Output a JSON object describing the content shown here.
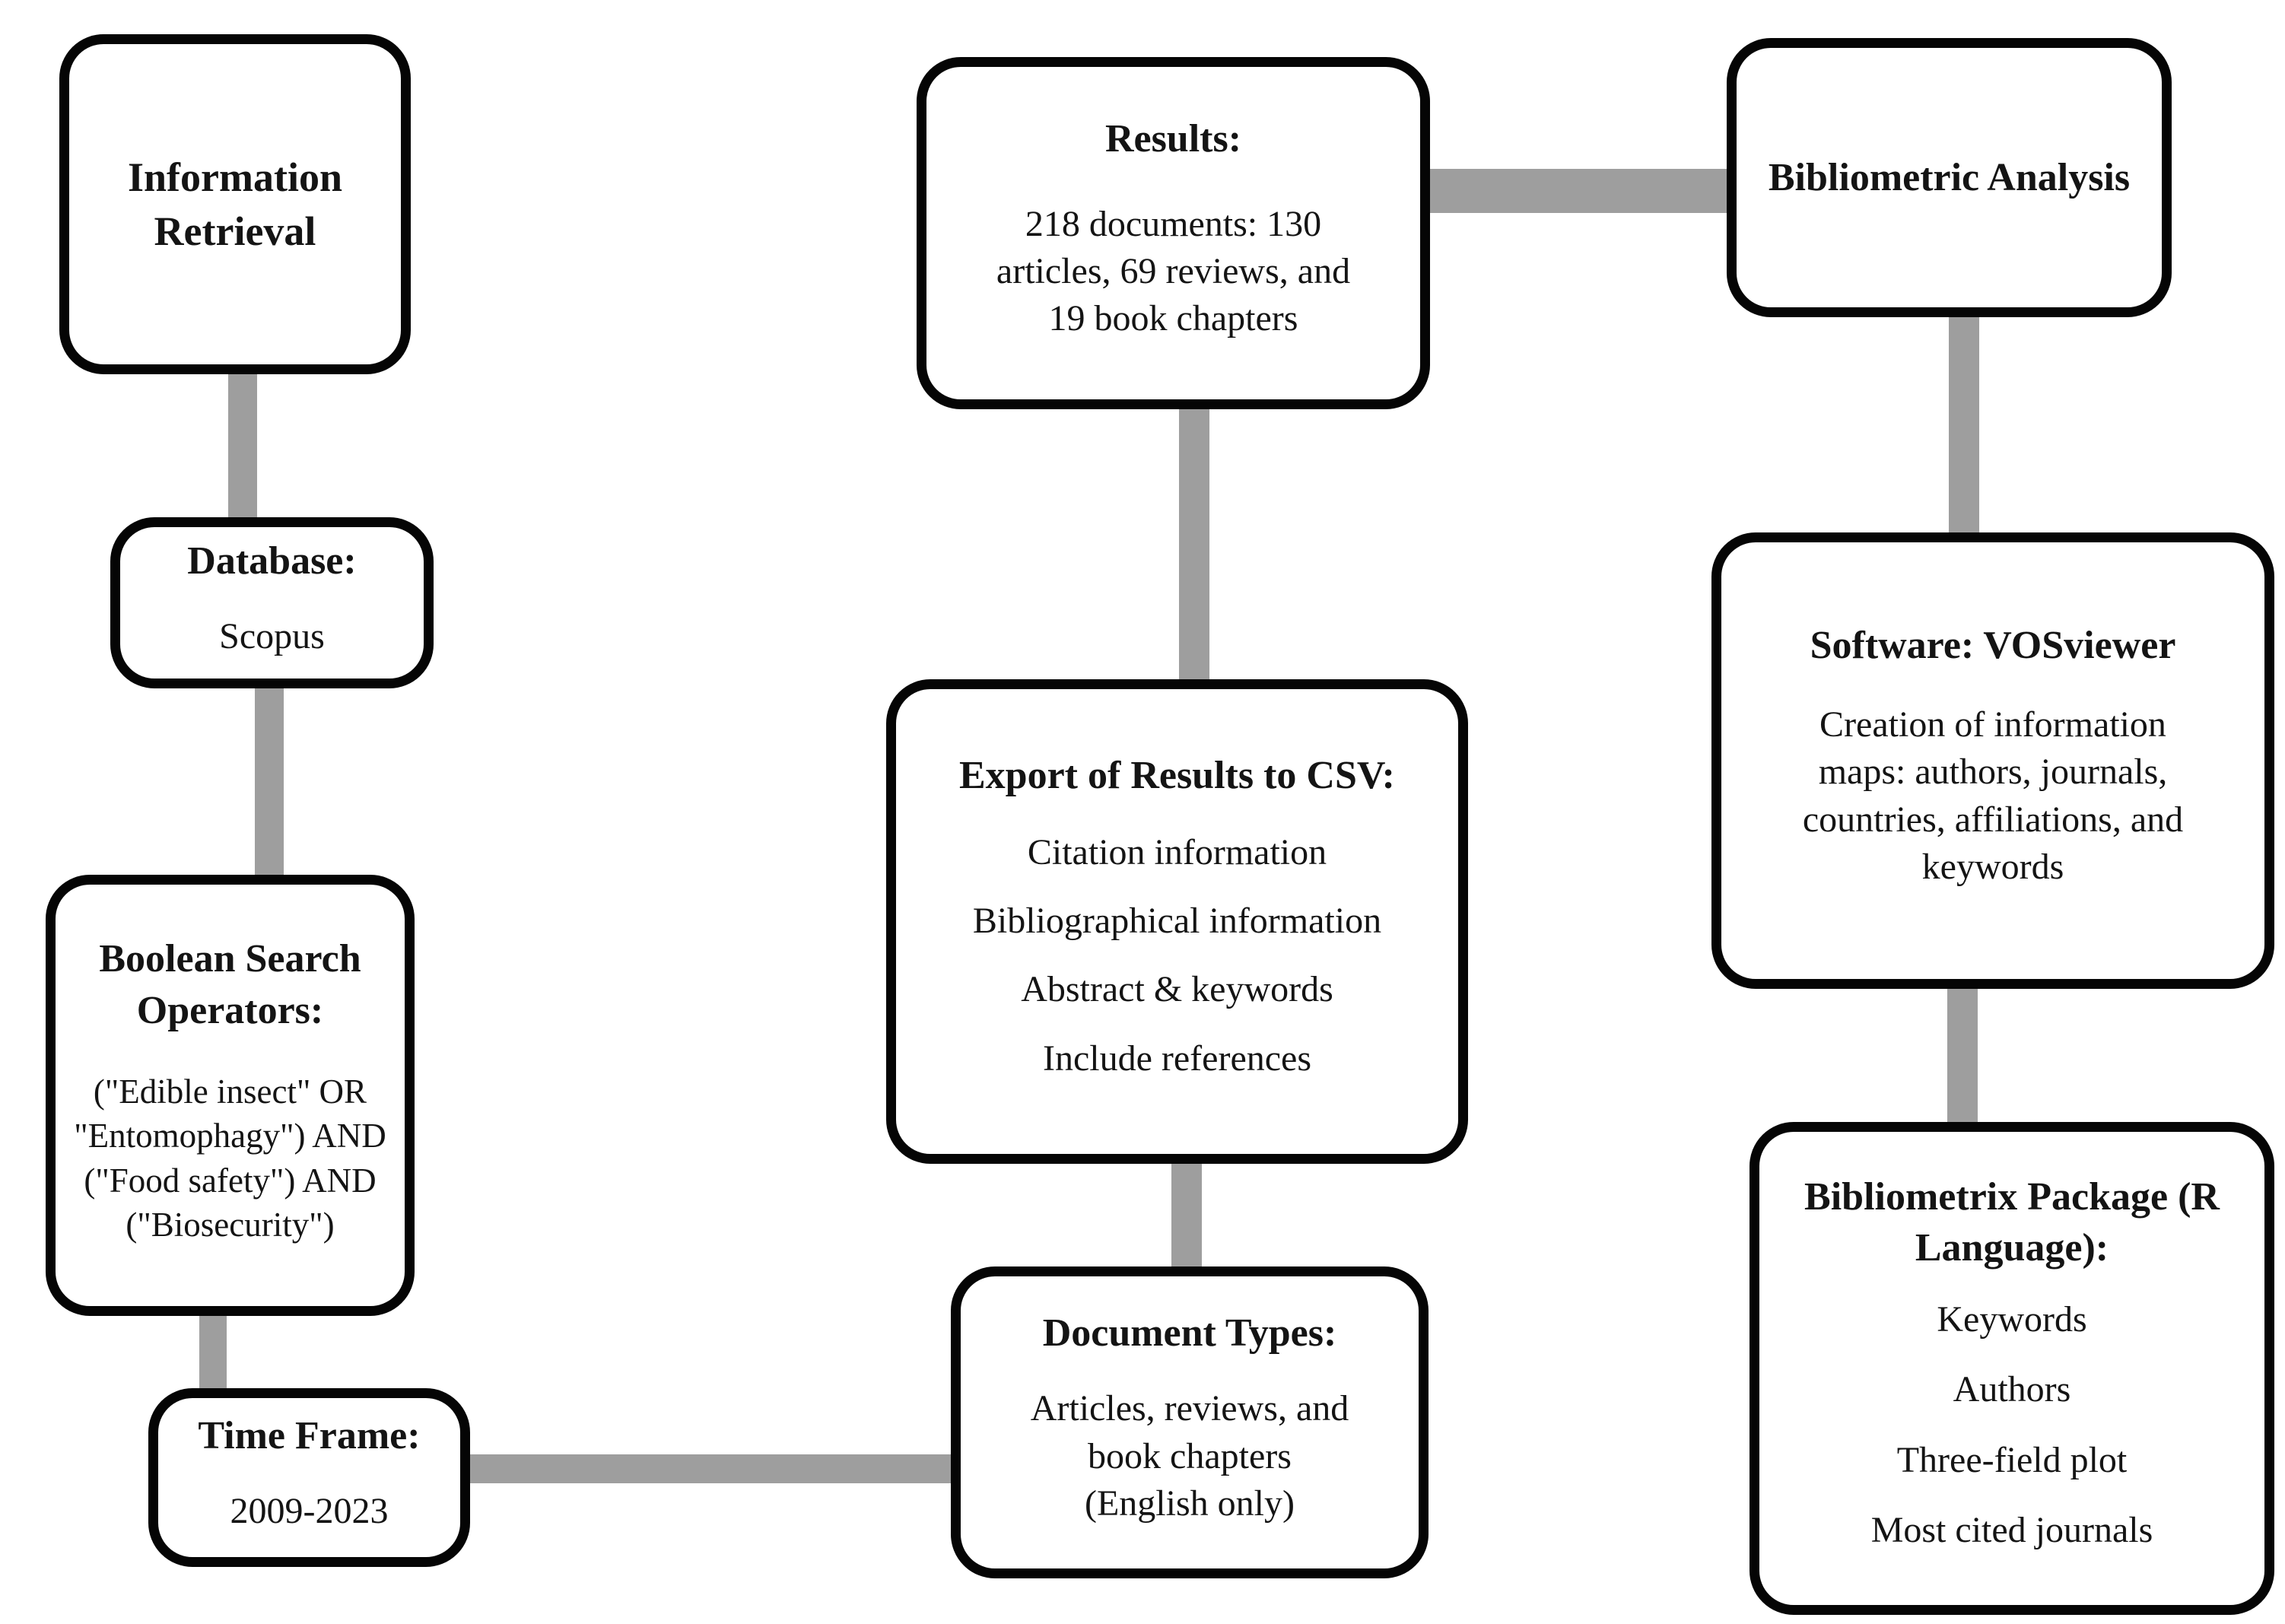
{
  "colors": {
    "background": "#ffffff",
    "text": "#141414",
    "border": "#050505",
    "connector": "#9e9e9e"
  },
  "boxes": [
    {
      "id": "information-retrieval",
      "title": "Information Retrieval",
      "body": []
    },
    {
      "id": "database",
      "title": "Database:",
      "body": [
        "Scopus"
      ]
    },
    {
      "id": "boolean-search-operators",
      "title": "Boolean Search Operators:",
      "body": [
        "(\"Edible insect\" OR \"Entomophagy\") AND (\"Food safety\") AND (\"Biosecurity\")"
      ]
    },
    {
      "id": "time-frame",
      "title": "Time Frame:",
      "body": [
        "2009-2023"
      ]
    },
    {
      "id": "results",
      "title": "Results:",
      "body": [
        "218 documents: 130 articles, 69 reviews, and 19 book chapters"
      ]
    },
    {
      "id": "export-results-csv",
      "title": "Export of Results to CSV:",
      "body": [
        "Citation information",
        "Bibliographical information",
        "Abstract & keywords",
        "Include references"
      ]
    },
    {
      "id": "document-types",
      "title": "Document Types:",
      "body": [
        "Articles, reviews, and book chapters (English only)"
      ]
    },
    {
      "id": "bibliometric-analysis",
      "title": "Bibliometric Analysis",
      "body": []
    },
    {
      "id": "software-vosviewer",
      "title": "Software: VOSviewer",
      "body": [
        "Creation of information maps: authors, journals, countries, affiliations, and keywords"
      ]
    },
    {
      "id": "bibliometrix-package",
      "title": "Bibliometrix Package (R Language):",
      "body": [
        "Keywords",
        "Authors",
        "Three-field plot",
        "Most cited journals"
      ]
    }
  ]
}
